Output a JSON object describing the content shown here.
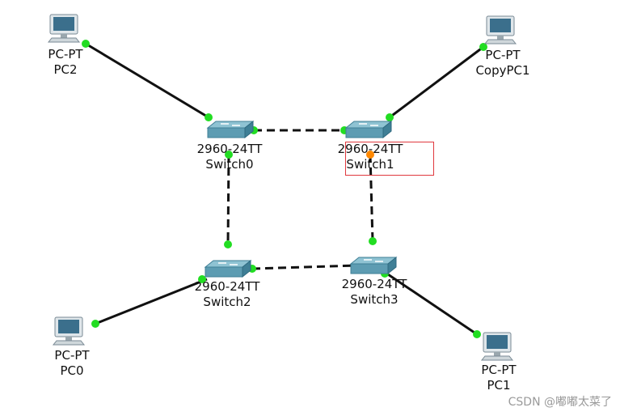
{
  "colors": {
    "link": "#111111",
    "port_up": "#22dd22",
    "port_amber": "#ff8800",
    "selection": "#e0383e",
    "switch_top": "#7fb7c9",
    "switch_side": "#3f7f96",
    "pc_body": "#dfe6ea",
    "pc_screen": "#3b6f8c"
  },
  "devices": {
    "pc2": {
      "model": "PC-PT",
      "name": "PC2",
      "icon": "pc-icon"
    },
    "copypc1": {
      "model": "PC-PT",
      "name": "CopyPC1",
      "icon": "pc-icon"
    },
    "pc0": {
      "model": "PC-PT",
      "name": "PC0",
      "icon": "pc-icon"
    },
    "pc1": {
      "model": "PC-PT",
      "name": "PC1",
      "icon": "pc-icon"
    },
    "switch0": {
      "model": "2960-24TT",
      "name": "Switch0",
      "icon": "switch-icon"
    },
    "switch1": {
      "model": "2960-24TT",
      "name": "Switch1",
      "icon": "switch-icon"
    },
    "switch2": {
      "model": "2960-24TT",
      "name": "Switch2",
      "icon": "switch-icon"
    },
    "switch3": {
      "model": "2960-24TT",
      "name": "Switch3",
      "icon": "switch-icon"
    }
  },
  "links": [
    {
      "from": "pc2",
      "to": "switch0",
      "style": "solid"
    },
    {
      "from": "copypc1",
      "to": "switch1",
      "style": "solid"
    },
    {
      "from": "pc0",
      "to": "switch2",
      "style": "solid"
    },
    {
      "from": "pc1",
      "to": "switch3",
      "style": "solid"
    },
    {
      "from": "switch0",
      "to": "switch1",
      "style": "dashed"
    },
    {
      "from": "switch0",
      "to": "switch2",
      "style": "dashed"
    },
    {
      "from": "switch1",
      "to": "switch3",
      "style": "dashed"
    },
    {
      "from": "switch2",
      "to": "switch3",
      "style": "dashed"
    }
  ],
  "watermark": "CSDN @嘟嘟太菜了"
}
